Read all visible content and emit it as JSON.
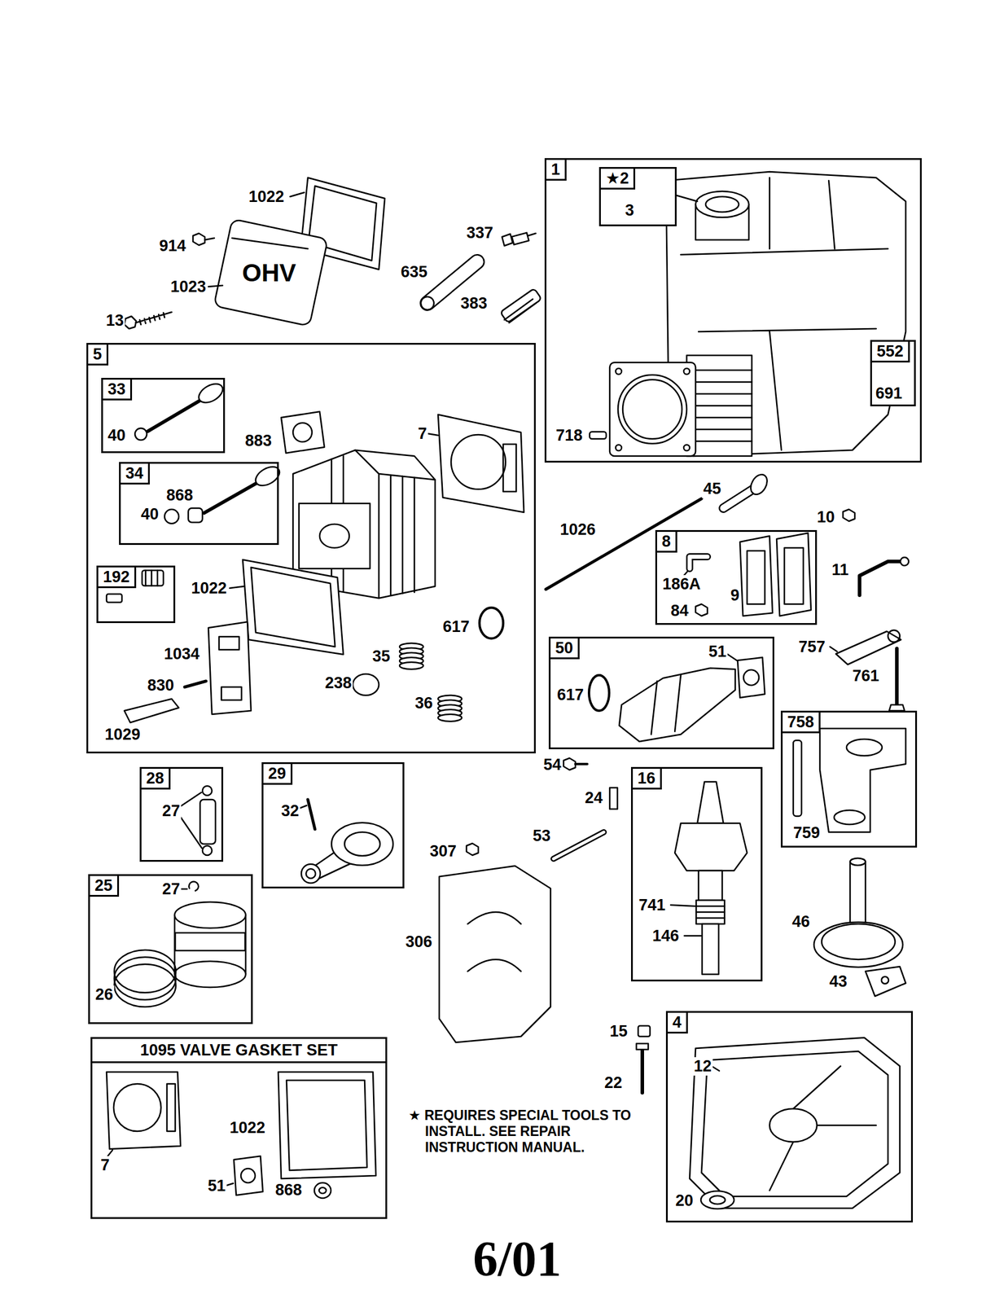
{
  "diagram": {
    "caption": "6/01",
    "nodes": [
      {
        "text": [
          "1"
        ]
      },
      {
        "text": [
          "★2"
        ],
        "in": 0
      },
      {
        "text": [
          "552"
        ],
        "in": 0
      },
      {
        "text": [
          "5"
        ]
      },
      {
        "text": [
          "33"
        ],
        "in": 3
      },
      {
        "text": [
          "34"
        ],
        "in": 3
      },
      {
        "text": [
          "192"
        ],
        "in": 3
      },
      {
        "text": [
          "8"
        ]
      },
      {
        "text": [
          "50"
        ]
      },
      {
        "text": [
          "758"
        ]
      },
      {
        "text": [
          "28"
        ]
      },
      {
        "text": [
          "29"
        ]
      },
      {
        "text": [
          "16"
        ]
      },
      {
        "text": [
          "25"
        ]
      },
      {
        "text": [
          "1095 VALVE GASKET SET"
        ]
      },
      {
        "text": [
          "4"
        ]
      }
    ],
    "labels": [
      "1022",
      "914",
      "337",
      "635",
      "OHV",
      "1023",
      "383",
      "13",
      "3",
      "691",
      "718",
      "40",
      "883",
      "7",
      "868",
      "40",
      "45",
      "1026",
      "10",
      "11",
      "186A",
      "9",
      "84",
      "1022",
      "617",
      "757",
      "51",
      "1034",
      "35",
      "761",
      "238",
      "830",
      "617",
      "36",
      "1029",
      "54",
      "24",
      "27",
      "32",
      "759",
      "53",
      "307",
      "27",
      "741",
      "46",
      "146",
      "306",
      "43",
      "26",
      "15",
      "12",
      "22",
      "★ REQUIRES SPECIAL TOOLS TO INSTALL. SEE REPAIR INSTRUCTION MANUAL.",
      "1022",
      "7",
      "51",
      "868",
      "20"
    ]
  }
}
